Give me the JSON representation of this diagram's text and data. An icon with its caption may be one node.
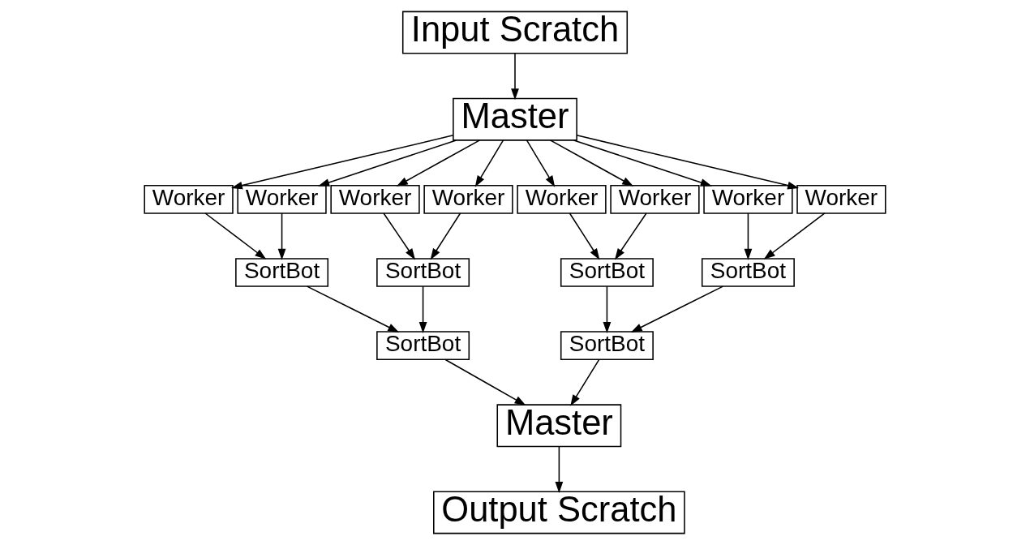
{
  "diagram": {
    "nodes": [
      {
        "text": [
          "Input Scratch"
        ]
      },
      {
        "text": [
          "Master"
        ]
      },
      {
        "text": [
          "Worker"
        ]
      },
      {
        "text": [
          "Worker"
        ]
      },
      {
        "text": [
          "Worker"
        ]
      },
      {
        "text": [
          "Worker"
        ]
      },
      {
        "text": [
          "Worker"
        ]
      },
      {
        "text": [
          "Worker"
        ]
      },
      {
        "text": [
          "Worker"
        ]
      },
      {
        "text": [
          "Worker"
        ]
      },
      {
        "text": [
          "SortBot"
        ]
      },
      {
        "text": [
          "SortBot"
        ]
      },
      {
        "text": [
          "SortBot"
        ]
      },
      {
        "text": [
          "SortBot"
        ]
      },
      {
        "text": [
          "SortBot"
        ]
      },
      {
        "text": [
          "SortBot"
        ]
      },
      {
        "text": [
          "Master"
        ]
      },
      {
        "text": [
          "Output Scratch"
        ]
      }
    ],
    "edges": [
      {
        "from": 0,
        "to": 1,
        "arrow": "to"
      },
      {
        "from": 1,
        "to": 2,
        "arrow": "to"
      },
      {
        "from": 1,
        "to": 3,
        "arrow": "to"
      },
      {
        "from": 1,
        "to": 4,
        "arrow": "to"
      },
      {
        "from": 1,
        "to": 5,
        "arrow": "to"
      },
      {
        "from": 1,
        "to": 6,
        "arrow": "to"
      },
      {
        "from": 1,
        "to": 7,
        "arrow": "to"
      },
      {
        "from": 1,
        "to": 8,
        "arrow": "to"
      },
      {
        "from": 1,
        "to": 9,
        "arrow": "to"
      },
      {
        "from": 2,
        "to": 10,
        "arrow": "to"
      },
      {
        "from": 3,
        "to": 10,
        "arrow": "to"
      },
      {
        "from": 4,
        "to": 11,
        "arrow": "to"
      },
      {
        "from": 5,
        "to": 11,
        "arrow": "to"
      },
      {
        "from": 6,
        "to": 12,
        "arrow": "to"
      },
      {
        "from": 7,
        "to": 12,
        "arrow": "to"
      },
      {
        "from": 8,
        "to": 13,
        "arrow": "to"
      },
      {
        "from": 9,
        "to": 13,
        "arrow": "to"
      },
      {
        "from": 10,
        "to": 14,
        "arrow": "to"
      },
      {
        "from": 11,
        "to": 14,
        "arrow": "to"
      },
      {
        "from": 12,
        "to": 15,
        "arrow": "to"
      },
      {
        "from": 13,
        "to": 15,
        "arrow": "to"
      },
      {
        "from": 14,
        "to": 16,
        "arrow": "to"
      },
      {
        "from": 15,
        "to": 16,
        "arrow": "to"
      },
      {
        "from": 16,
        "to": 17,
        "arrow": "to"
      }
    ]
  }
}
